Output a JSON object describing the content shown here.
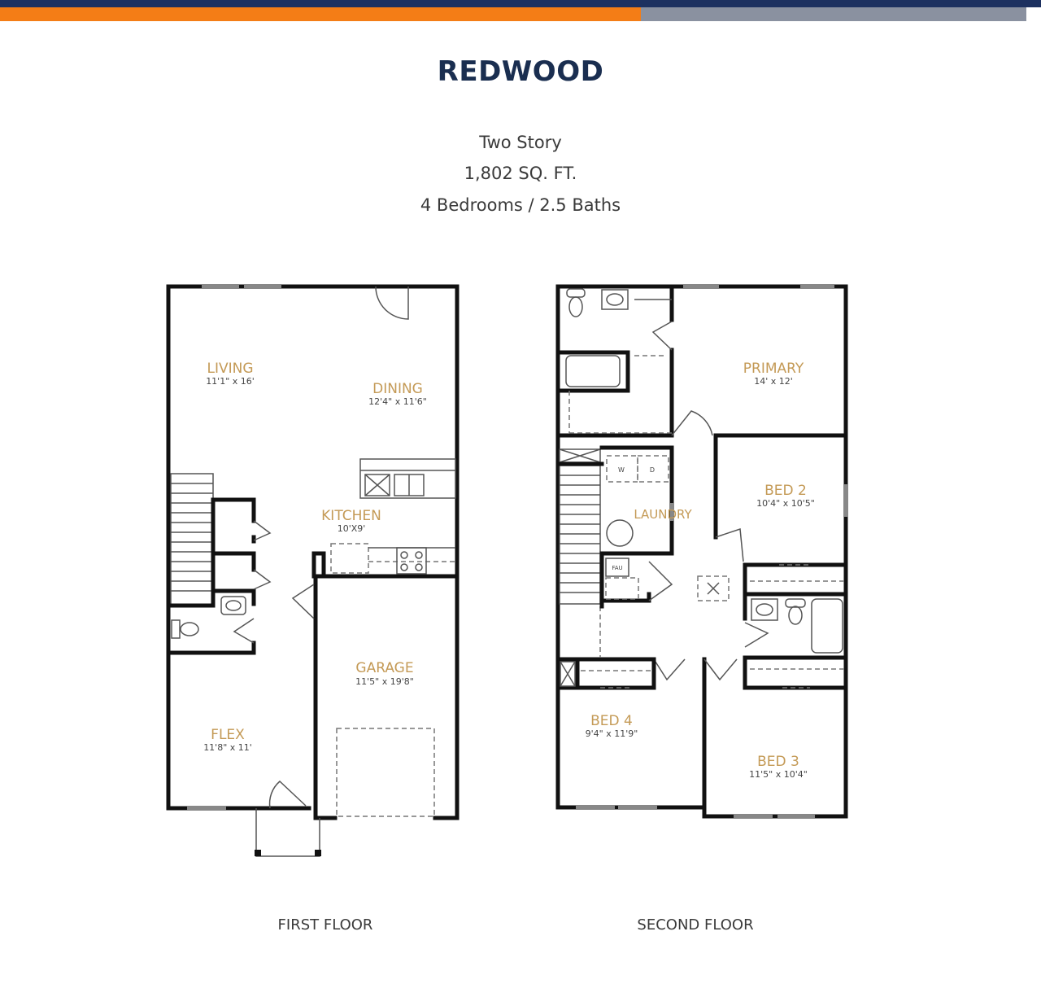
{
  "header": {
    "colors": {
      "navy": "#1d3160",
      "orange": "#f47d16",
      "gray": "#8a91a0"
    },
    "title": "REDWOOD",
    "details": [
      "Two Story",
      "1,802 SQ. FT.",
      "4 Bedrooms / 2.5 Baths"
    ]
  },
  "first_floor": {
    "label": "FIRST FLOOR",
    "rooms": [
      {
        "name": "LIVING",
        "dims": "11'1\" x 16'"
      },
      {
        "name": "DINING",
        "dims": "12'4\" x 11'6\""
      },
      {
        "name": "KITCHEN",
        "dims": "10'X9'"
      },
      {
        "name": "GARAGE",
        "dims": "11'5\" x 19'8\""
      },
      {
        "name": "FLEX",
        "dims": "11'8\" x 11'"
      }
    ]
  },
  "second_floor": {
    "label": "SECOND FLOOR",
    "rooms": [
      {
        "name": "PRIMARY",
        "dims": "14' x 12'"
      },
      {
        "name": "BED 2",
        "dims": "10'4\" x 10'5\""
      },
      {
        "name": "LAUNDRY",
        "dims": ""
      },
      {
        "name": "BED 4",
        "dims": "9'4\" x 11'9\""
      },
      {
        "name": "BED 3",
        "dims": "11'5\" x 10'4\""
      }
    ],
    "fixtures": {
      "washer": "W",
      "dryer": "D",
      "fau": "FAU"
    }
  },
  "room_label_color": "#c49a56"
}
